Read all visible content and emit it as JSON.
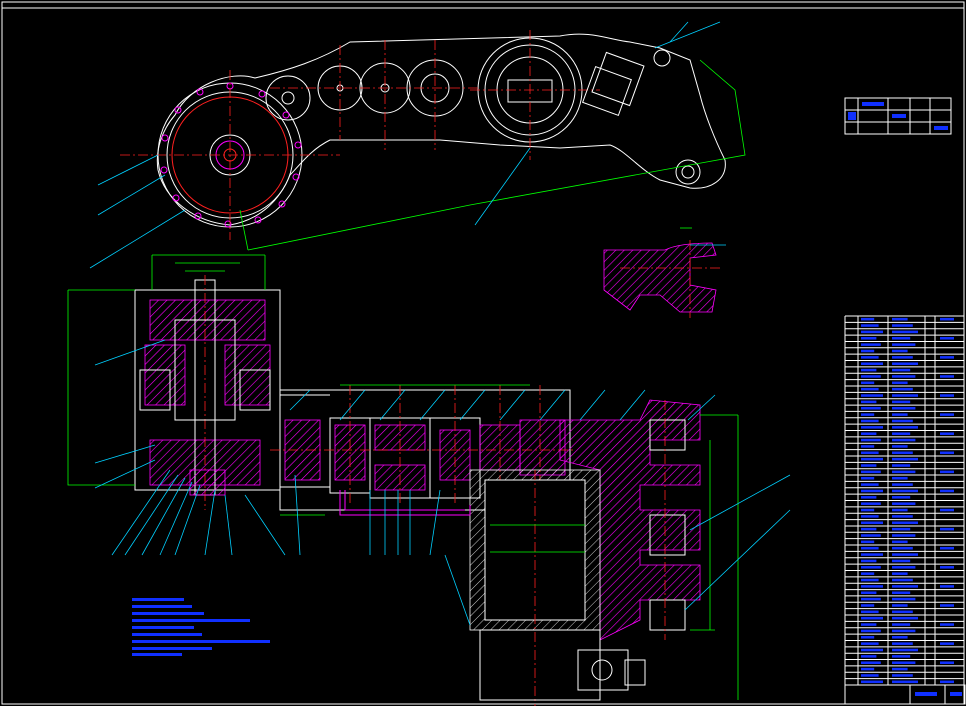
{
  "drawing": {
    "background": "#000000",
    "colors": {
      "outline": "#ffffff",
      "centerline": "#ff2020",
      "dimension": "#00ff00",
      "leader": "#00d0ff",
      "section": "#ff00ff",
      "notes": "#1030ff"
    }
  },
  "views": {
    "top_view": "arm-outline-top-view",
    "detail": "fork-detail-view",
    "section": "gearbox-section-view"
  },
  "parts_table": {
    "rows": 58,
    "columns": 4
  },
  "title_block": {
    "present": true
  }
}
